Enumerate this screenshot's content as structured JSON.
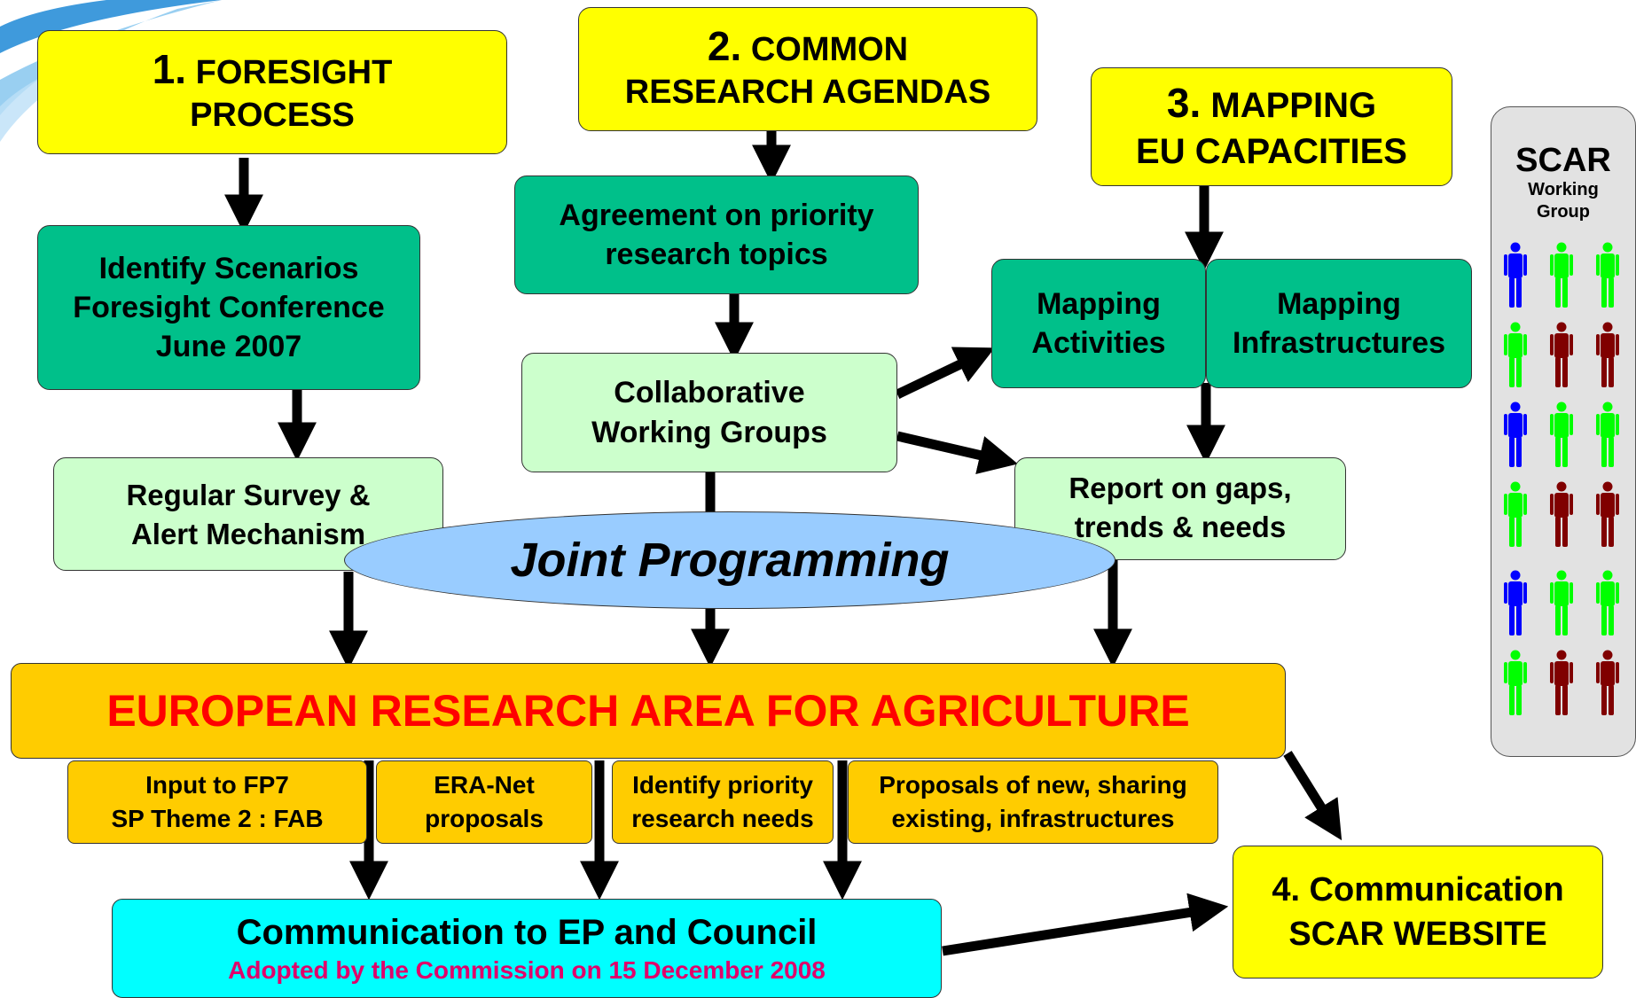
{
  "boxes": {
    "foresight": {
      "num": "1.",
      "text": "FORESIGHT",
      "line2": "PROCESS"
    },
    "common": {
      "num": "2.",
      "text": "COMMON",
      "line2": "RESEARCH AGENDAS"
    },
    "mapping": {
      "num": "3.",
      "text": "MAPPING",
      "line2": "EU CAPACITIES"
    },
    "identify_scenarios": [
      "Identify Scenarios",
      "Foresight Conference",
      "June 2007"
    ],
    "agreement": [
      "Agreement on priority",
      "research topics"
    ],
    "collaborative": [
      "Collaborative",
      "Working Groups"
    ],
    "mapping_activities": [
      "Mapping",
      "Activities"
    ],
    "mapping_infrastructures": [
      "Mapping",
      "Infrastructures"
    ],
    "regular_survey": [
      "Regular Survey &",
      "Alert Mechanism"
    ],
    "report": [
      "Report on gaps,",
      "trends & needs"
    ],
    "joint_programming": "Joint Programming",
    "era": "EUROPEAN RESEARCH AREA FOR AGRICULTURE",
    "input_fp7": [
      "Input to FP7",
      "SP Theme 2 : FAB"
    ],
    "era_net": [
      "ERA-Net",
      "proposals"
    ],
    "identify_priority": [
      "Identify priority",
      "research needs"
    ],
    "proposals": [
      "Proposals of new, sharing",
      "existing, infrastructures"
    ],
    "communication_ep": [
      "Communication to EP and Council",
      "Adopted by the Commission on 15 December 2008"
    ],
    "communication_scar": [
      "4. Communication",
      "SCAR WEBSITE"
    ]
  },
  "scar": {
    "title": "SCAR",
    "subtitle_1": "Working",
    "subtitle_2": "Group"
  },
  "people_colors": [
    [
      "#0000ff",
      "#00ff00",
      "#00ff00"
    ],
    [
      "#00ff00",
      "#800000",
      "#800000"
    ],
    [
      "#0000ff",
      "#00ff00",
      "#00ff00"
    ],
    [
      "#00ff00",
      "#800000",
      "#800000"
    ],
    [
      "#0000ff",
      "#00ff00",
      "#00ff00"
    ],
    [
      "#00ff00",
      "#800000",
      "#800000"
    ]
  ],
  "colors": {
    "yellow": "#ffff00",
    "teal": "#00c08a",
    "mint": "#ccffcc",
    "orange": "#ffcc00",
    "cyan": "#00ffff",
    "ellipse": "#99ccff",
    "era_text": "#ff0000",
    "adopted_text": "#e0006a"
  }
}
